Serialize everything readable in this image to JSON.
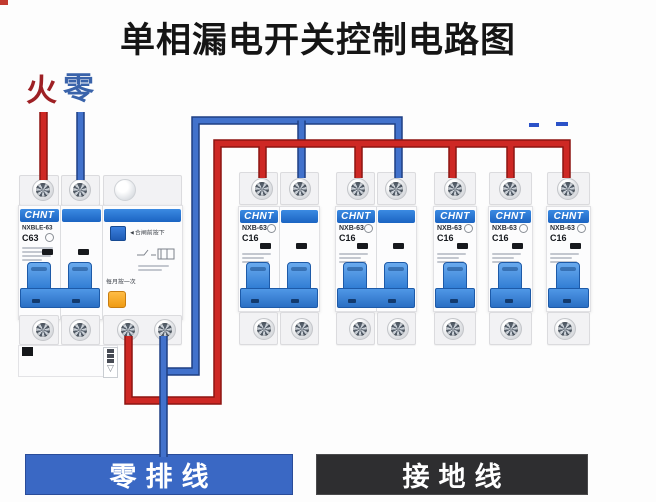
{
  "title": "单相漏电开关控制电路图",
  "input_labels": {
    "live": "火",
    "neutral": "零"
  },
  "main_breaker": {
    "brand": "CHNT",
    "model": "NXBLE-63",
    "rating": "C63",
    "test_button_note": "◄合闸前按下",
    "reset_button_note": "每月按一次"
  },
  "branch_breaker": {
    "brand": "CHNT",
    "model": "NXB-63",
    "rating": "C16"
  },
  "banners": {
    "neutral_bus": "零排线",
    "ground": "接地线"
  },
  "colors": {
    "wire_live": "#ce2824",
    "wire_live_edge": "#8d1512",
    "wire_neutral": "#4272cc",
    "wire_neutral_edge": "#1e3f83",
    "banner_neutral": "#3a68c4",
    "banner_ground": "#2e2e30",
    "brand_band": "#2176d6",
    "handle_blue": "#2f7cd3",
    "test_button": "#1e5bb4",
    "reset_button": "#ef9b13",
    "label_live": "#9e2024",
    "label_neutral": "#3a63aa"
  }
}
